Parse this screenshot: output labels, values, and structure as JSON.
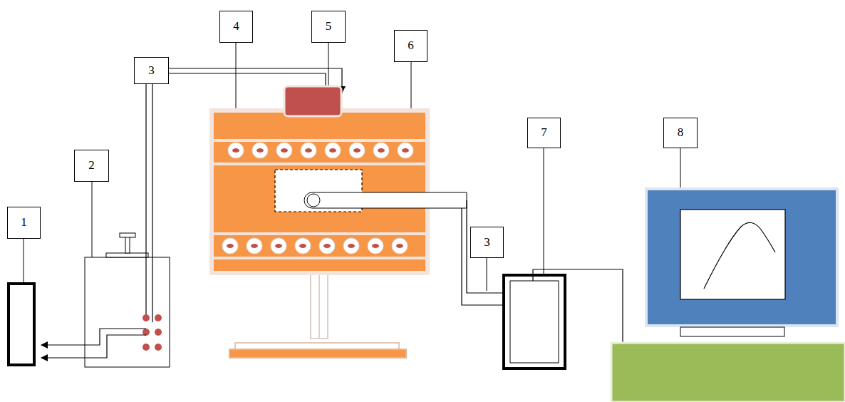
{
  "diagram": {
    "nodes": [
      {
        "text": [
          "4"
        ]
      },
      {
        "text": [
          "5"
        ]
      },
      {
        "text": [
          "6"
        ]
      },
      {
        "text": [
          "3"
        ]
      },
      {
        "text": [
          "7"
        ]
      },
      {
        "text": [
          "8"
        ]
      },
      {
        "text": [
          "2"
        ]
      },
      {
        "text": [
          "1"
        ]
      },
      {
        "text": [
          "3"
        ]
      }
    ]
  }
}
